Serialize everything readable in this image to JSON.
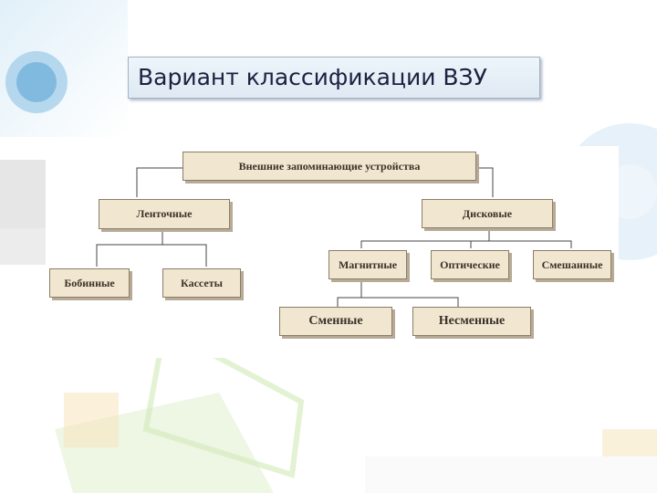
{
  "slide": {
    "title": "Вариант классификации ВЗУ"
  },
  "diagram": {
    "root": "Внешние запоминающие устройства",
    "tape": "Ленточные",
    "disk": "Дисковые",
    "reels": "Бобинные",
    "cassettes": "Кассеты",
    "magnetic": "Магнитные",
    "optical": "Оптические",
    "mixed": "Смешанные",
    "removable": "Сменные",
    "fixed": "Несменные"
  }
}
